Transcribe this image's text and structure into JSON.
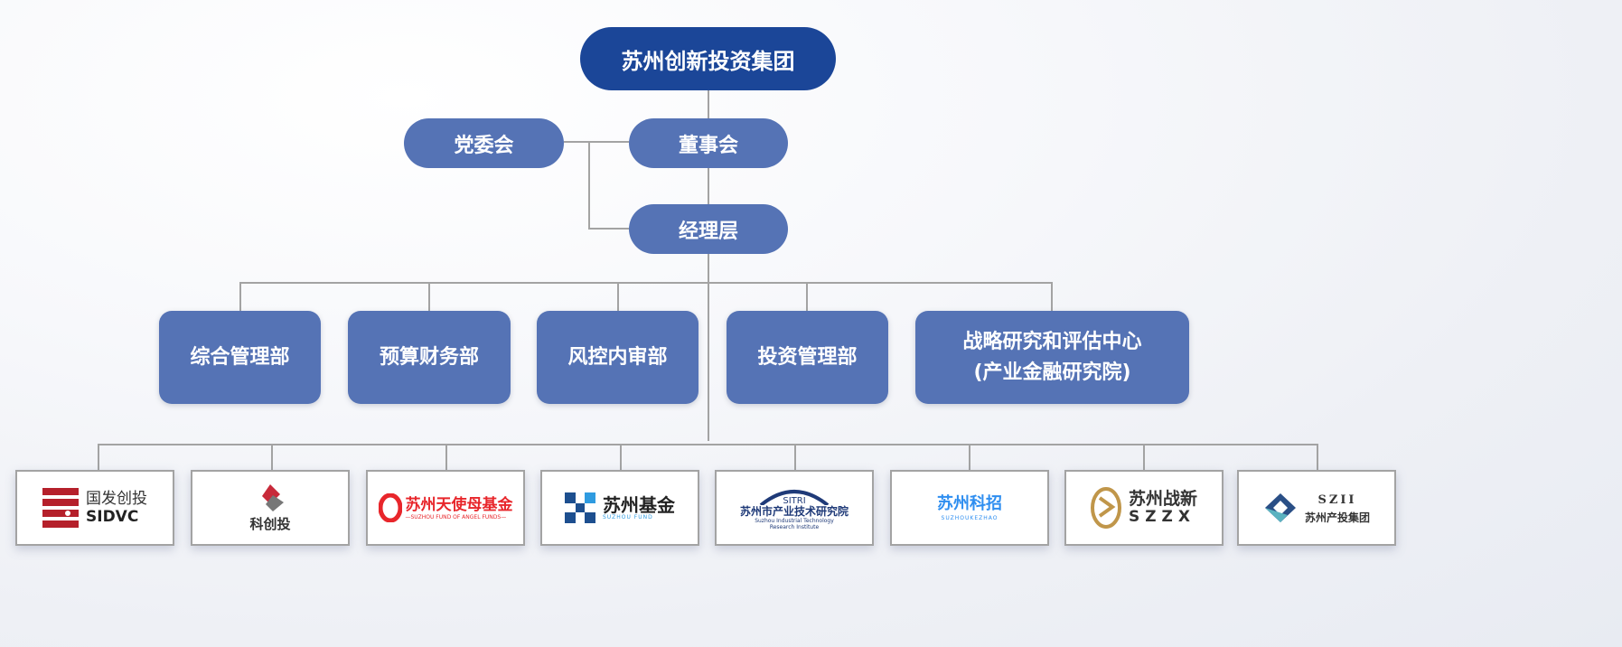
{
  "root": "苏州创新投资集团",
  "party": "党委会",
  "board": "董事会",
  "management": "经理层",
  "departments": [
    {
      "label": "综合管理部"
    },
    {
      "label": "预算财务部"
    },
    {
      "label": "风控内审部"
    },
    {
      "label": "投资管理部"
    },
    {
      "label": "战略研究和评估中心",
      "sub": "(产业金融研究院)"
    }
  ],
  "subsidiaries": [
    {
      "name": "国发创投",
      "en": "SIDVC",
      "color": "#b5202b"
    },
    {
      "name": "科创投",
      "color": "#555555"
    },
    {
      "name": "苏州天使母基金",
      "en": "—SUZHOU FUND OF ANGEL FUNDS—",
      "color": "#e8262b"
    },
    {
      "name": "苏州基金",
      "en": "SUZHOU FUND",
      "color": "#1d4f8f"
    },
    {
      "name": "苏州市产业技术研究院",
      "en": "Suzhou Industrial Technology Research Institute",
      "mark": "SITRI",
      "color": "#1f3a78"
    },
    {
      "name": "苏州科招",
      "en": "SUZHOUKEZHAO",
      "color": "#2e8ef0"
    },
    {
      "name": "苏州战新",
      "en": "SZZX",
      "color": "#333333"
    },
    {
      "name": "苏州产投集团",
      "en": "SZII",
      "color": "#333333"
    }
  ]
}
